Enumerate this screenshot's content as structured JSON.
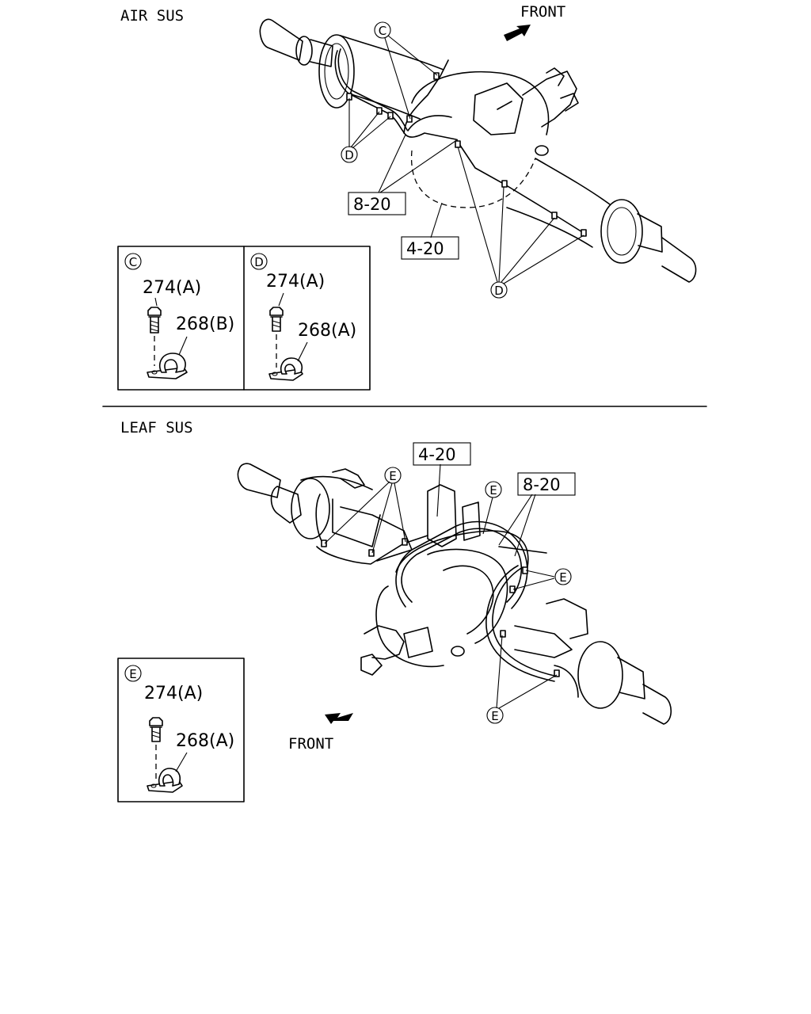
{
  "air_sus": {
    "title": "AIR SUS",
    "front_label": "FRONT",
    "ref_top": "8-20",
    "ref_bottom": "4-20",
    "callouts": [
      "C",
      "D",
      "D"
    ],
    "detail_c": {
      "letter": "C",
      "bolt": "274(A)",
      "clip": "268(B)"
    },
    "detail_d": {
      "letter": "D",
      "bolt": "274(A)",
      "clip": "268(A)"
    }
  },
  "leaf_sus": {
    "title": "LEAF SUS",
    "front_label": "FRONT",
    "ref_left": "4-20",
    "ref_right": "8-20",
    "callouts": [
      "E",
      "E",
      "E",
      "E"
    ],
    "detail_e": {
      "letter": "E",
      "bolt": "274(A)",
      "clip": "268(A)"
    }
  }
}
